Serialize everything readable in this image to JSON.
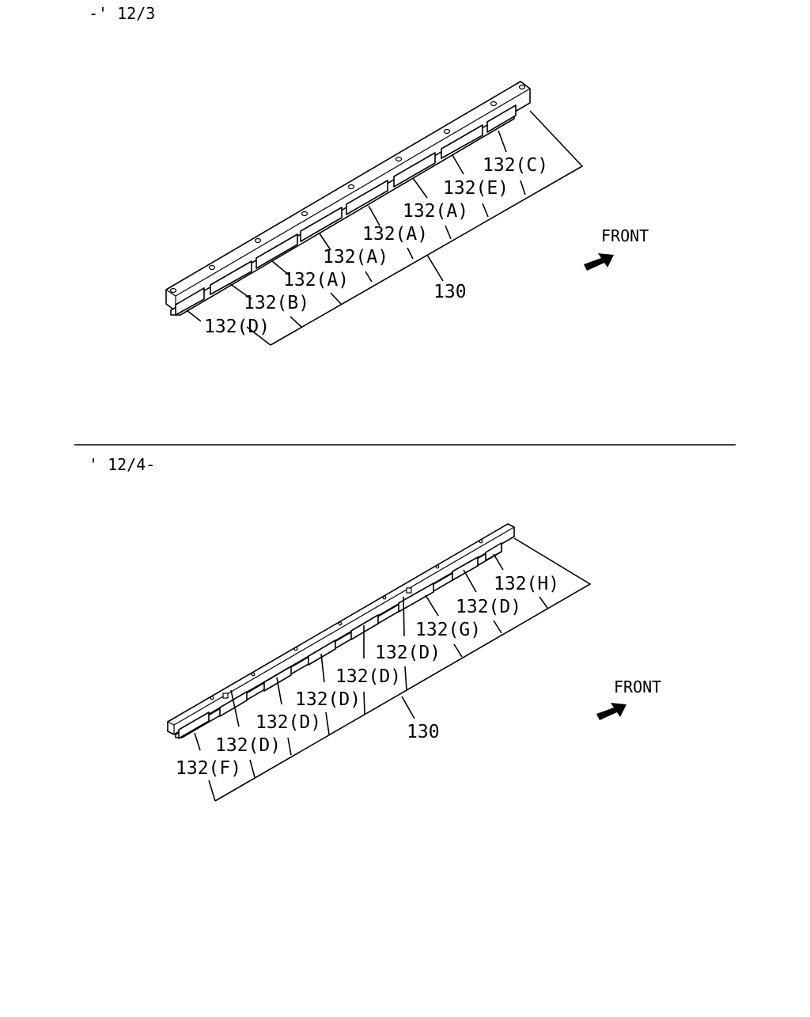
{
  "sections": [
    {
      "id": "upper",
      "heading": "-' 12/3",
      "front_label": "FRONT",
      "main_part": "130",
      "callouts": [
        "132(D)",
        "132(B)",
        "132(A)",
        "132(A)",
        "132(A)",
        "132(A)",
        "132(E)",
        "132(C)"
      ]
    },
    {
      "id": "lower",
      "heading": "' 12/4-",
      "front_label": "FRONT",
      "main_part": "130",
      "callouts": [
        "132(F)",
        "132(D)",
        "132(D)",
        "132(D)",
        "132(D)",
        "132(D)",
        "132(G)",
        "132(D)",
        "132(H)"
      ]
    }
  ],
  "icons": [
    "front-arrow-icon"
  ]
}
